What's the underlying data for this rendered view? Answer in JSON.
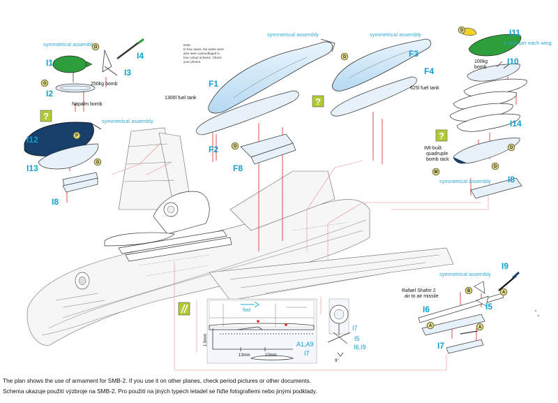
{
  "colors": {
    "accent_blue": "#0f9fd0",
    "note_blue": "#29a9d6",
    "tank_fill": "#cfe8f8",
    "navy": "#163f6a",
    "green": "#2e9e3c",
    "yellow": "#f0d22c",
    "olive": "#b4ad3e",
    "red_line": "#d22222",
    "help_box": "#b5c934"
  },
  "labels": {
    "I1": "I1",
    "I2": "I2",
    "I3": "I3",
    "I4": "I4",
    "I5": "I5",
    "I6": "I6",
    "I7": "I7",
    "I8": "I8",
    "I9": "I9",
    "I10": "I10",
    "I11": "I11",
    "I12": "I12",
    "I13": "I13",
    "I14": "I14",
    "F1": "F1",
    "F2": "F2",
    "F3": "F3",
    "F4": "F4",
    "F8": "F8",
    "I7_small": "I7",
    "I5_small": "I5",
    "I6_I9_small": "I6,I9",
    "I7_detail": "I7",
    "A1A9": "A1,A9"
  },
  "notes": {
    "symmetrical_assembly": "symmetrical assembly",
    "sets_per_wing": "4 sets per each wing",
    "camo_note": [
      "Note:",
      "In few cases, the tanks were",
      "also seen camouflaged in",
      "four colour scheme. Check",
      "your photos."
    ]
  },
  "callouts": {
    "bomb_250": "250kg bomb",
    "napalm": "Napalm bomb",
    "tank_1300": "1300l fuel tank",
    "tank_625": "625l fuel tank",
    "bomb_100": [
      "100kg",
      "bomb"
    ],
    "imi_rack": [
      "IMI-built",
      "quadruple",
      "bomb rack"
    ],
    "shafrir": [
      "Rafael Shafrir 2",
      "air to air missile"
    ]
  },
  "glue_markers": {
    "D": "D",
    "P": "P",
    "G": "G",
    "M": "M",
    "B": "B",
    "A": "A"
  },
  "help_mark": "?",
  "detail": {
    "fwd": "fwd",
    "dim_15": "1.5mm",
    "dim_13": "13mm",
    "dim_10": "10mm",
    "angle": "9°"
  },
  "caption": {
    "english": "The plan shows the use of armament for SMB-2. If you use it on other planes, check period pictures or other documents.",
    "czech": "Schema ukazuje použití výzbroje na SMB-2. Pro použití na jiných typech letadel se řiďte fotografiemi nebo jinými podklady."
  }
}
